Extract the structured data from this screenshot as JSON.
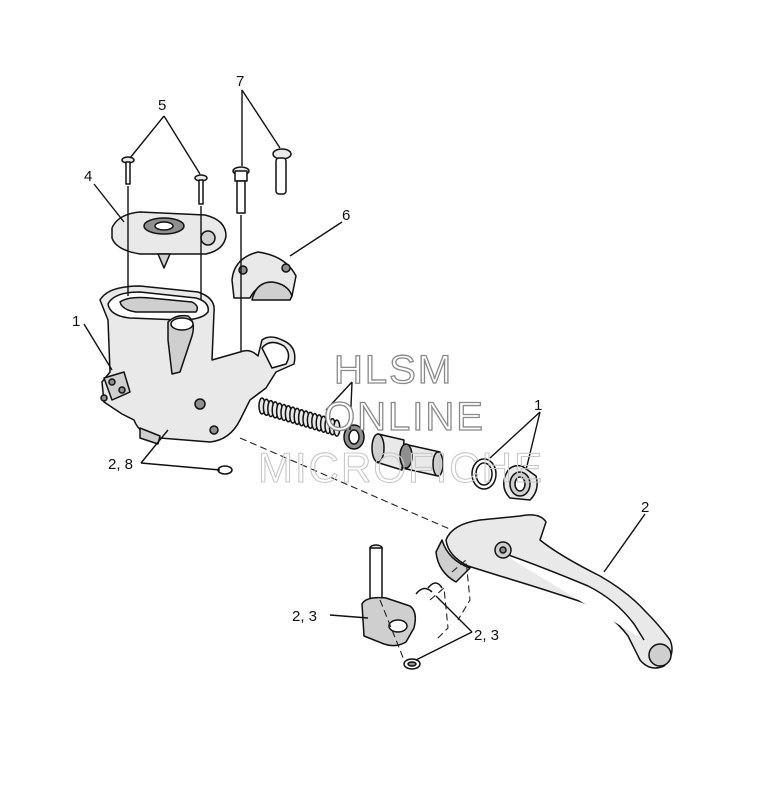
{
  "diagram": {
    "callouts": {
      "c1_left": "1",
      "c1_right": "1",
      "c2_lever": "2",
      "c2_8": "2, 8",
      "c2_3_left": "2,  3",
      "c2_3_right": "2,  3",
      "c4": "4",
      "c5": "5",
      "c6": "6",
      "c7": "7"
    },
    "watermark": {
      "line1": "HLSM",
      "line2": "ONLINE",
      "line3": "MICROFICHE"
    }
  }
}
